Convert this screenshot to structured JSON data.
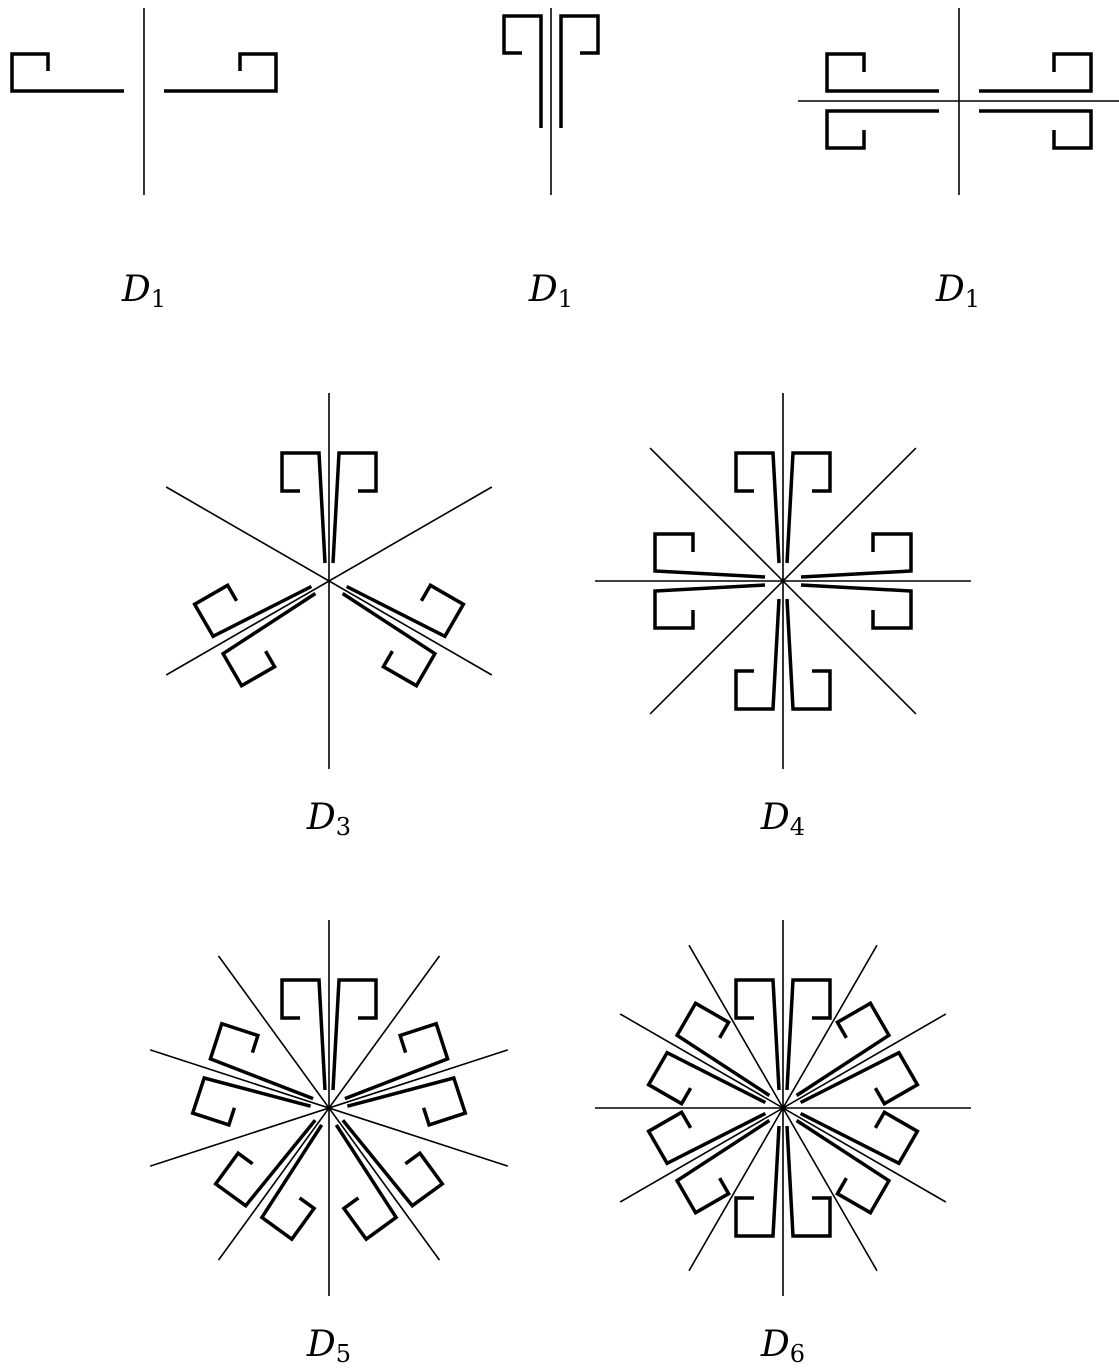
{
  "diagrams": [
    {
      "id": "d1a",
      "symbol": "D",
      "subscript": "1",
      "mirror_lines": 1,
      "order": 1
    },
    {
      "id": "d1b",
      "symbol": "D",
      "subscript": "1",
      "mirror_lines": 1,
      "order": 1
    },
    {
      "id": "d1c",
      "symbol": "D",
      "subscript": "1",
      "mirror_lines": 2,
      "order": 1
    },
    {
      "id": "d3",
      "symbol": "D",
      "subscript": "3",
      "mirror_lines": 3,
      "order": 3
    },
    {
      "id": "d4",
      "symbol": "D",
      "subscript": "4",
      "mirror_lines": 4,
      "order": 4
    },
    {
      "id": "d5",
      "symbol": "D",
      "subscript": "5",
      "mirror_lines": 5,
      "order": 5
    },
    {
      "id": "d6",
      "symbol": "D",
      "subscript": "6",
      "mirror_lines": 6,
      "order": 6
    }
  ],
  "colors": {
    "ink": "#000000",
    "background": "#ffffff"
  }
}
